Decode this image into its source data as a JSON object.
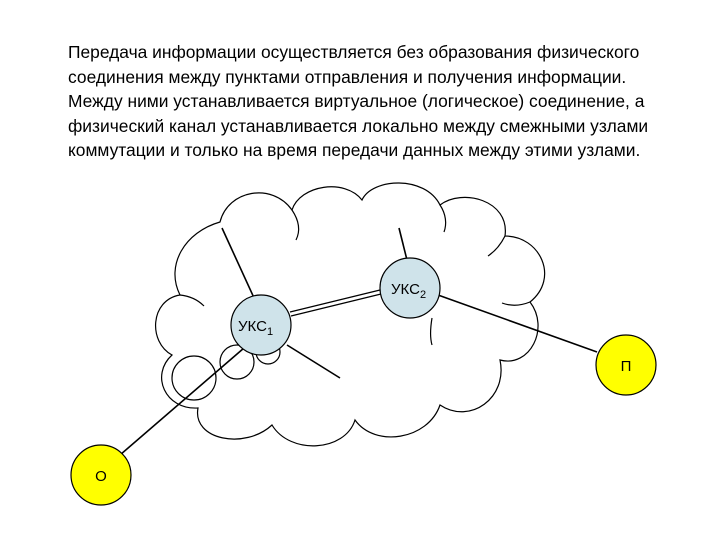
{
  "paragraph": {
    "lines": [
      "Передача информации осуществляется без образования физического",
      "соединения между пунктами отправления и получения информации.",
      "Между ними устанавливается виртуальное (логическое) соединение, а",
      "физический канал устанавливается локально между смежными узлами",
      "коммутации и только на время передачи данных между этими узлами."
    ]
  },
  "diagram": {
    "node_ukc1": {
      "label": "УКС",
      "subscript": "1"
    },
    "node_ukc2": {
      "label": "УКС",
      "subscript": "2"
    },
    "node_origin": {
      "label": "О"
    },
    "node_destination": {
      "label": "П"
    },
    "colors": {
      "switch_node_fill": "#cfe3ea",
      "endpoint_fill": "#ffff00",
      "stroke": "#000000"
    }
  }
}
